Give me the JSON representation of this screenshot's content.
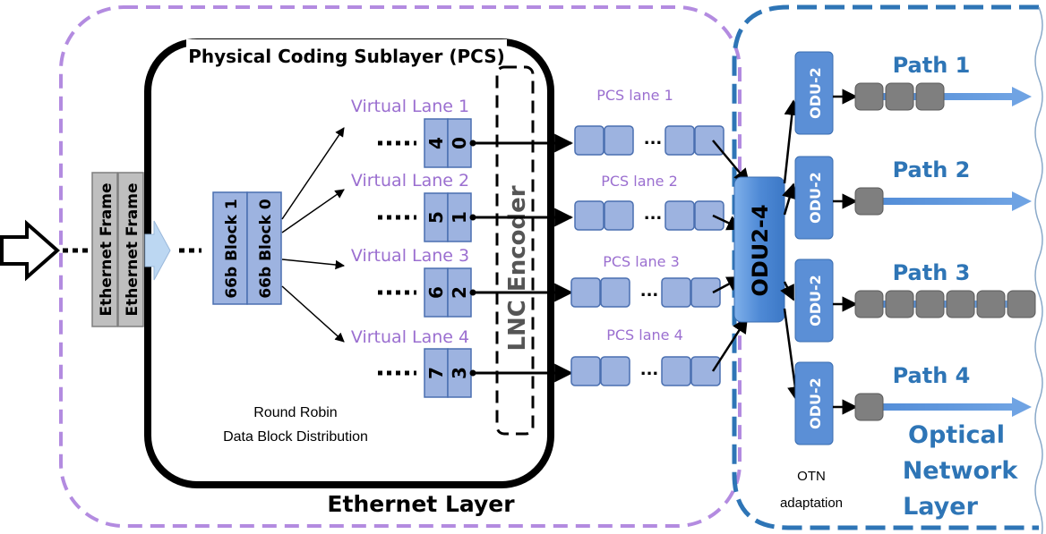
{
  "pcs": {
    "title": "Physical Coding Sublayer (PCS)",
    "note_line1": "Round Robin",
    "note_line2": "Data Block Distribution"
  },
  "encoder": {
    "label": "LNC Encoder"
  },
  "ethernet_frames": [
    "Ethernet Frame",
    "Ethernet Frame"
  ],
  "blocks": [
    "66b Block 1",
    "66b Block 0"
  ],
  "virtual_lanes": [
    {
      "label": "Virtual Lane 1",
      "cells": [
        "4",
        "0"
      ]
    },
    {
      "label": "Virtual Lane 2",
      "cells": [
        "5",
        "1"
      ]
    },
    {
      "label": "Virtual Lane 3",
      "cells": [
        "6",
        "2"
      ]
    },
    {
      "label": "Virtual Lane 4",
      "cells": [
        "7",
        "3"
      ]
    }
  ],
  "dots": "...",
  "pcs_lanes": [
    "PCS lane 1",
    "PCS lane 2",
    "PCS lane 3",
    "PCS lane 4"
  ],
  "odu24": {
    "label": "ODU2-4"
  },
  "odu2": [
    "ODU-2",
    "ODU-2",
    "ODU-2",
    "ODU-2"
  ],
  "paths": [
    {
      "label": "Path 1",
      "packets": 3
    },
    {
      "label": "Path 2",
      "packets": 1
    },
    {
      "label": "Path 3",
      "packets": 6
    },
    {
      "label": "Path 4",
      "packets": 1
    }
  ],
  "layers": {
    "ethernet": "Ethernet Layer",
    "optical_line1": "Optical",
    "optical_line2": "Network",
    "optical_line3": "Layer"
  },
  "otn": {
    "line1": "OTN",
    "line2": "adaptation"
  },
  "colors": {
    "purple_dash": "#b38be0",
    "blue_dash": "#2e75b6",
    "lane_label": "#9b6fd0",
    "block_fill": "#9db3e0",
    "block_stroke": "#4a6fb0",
    "odu_fill": "#5b8fd6",
    "path_text": "#2e75b6",
    "packet": "#7f7f7f"
  }
}
